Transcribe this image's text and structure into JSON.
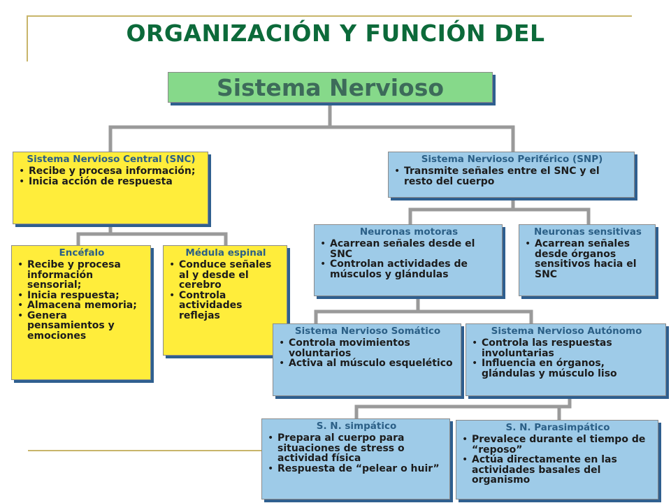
{
  "title": "ORGANIZACIÓN Y FUNCIÓN DEL",
  "root": "Sistema Nervioso",
  "snc": {
    "title": "Sistema Nervioso Central (SNC)",
    "items": [
      "Recibe y procesa información;",
      "Inicia acción de respuesta"
    ]
  },
  "snp": {
    "title": "Sistema Nervioso Periférico (SNP)",
    "items": [
      "Transmite señales entre el SNC y el resto del cuerpo"
    ]
  },
  "encefalo": {
    "title": "Encéfalo",
    "items": [
      "Recibe y procesa información sensorial;",
      "Inicia respuesta;",
      "Almacena memoria;",
      "Genera pensamientos y emociones"
    ]
  },
  "medula": {
    "title": "Médula espinal",
    "items": [
      "Conduce señales al y desde el cerebro",
      "Controla actividades reflejas"
    ]
  },
  "motoras": {
    "title": "Neuronas motoras",
    "items": [
      "Acarrean señales desde el SNC",
      "Controlan actividades de músculos y glándulas"
    ]
  },
  "sensitivas": {
    "title": "Neuronas sensitivas",
    "items": [
      "Acarrean señales desde órganos sensitivos hacia el SNC"
    ]
  },
  "somatico": {
    "title": "Sistema Nervioso Somático",
    "items": [
      "Controla movimientos voluntarios",
      "Activa al músculo esquelético"
    ]
  },
  "autonomo": {
    "title": "Sistema Nervioso Autónomo",
    "items": [
      "Controla las respuestas involuntarias",
      "Influencia en órganos, glándulas y músculo liso"
    ]
  },
  "simpatico": {
    "title": "S. N. simpático",
    "items": [
      "Prepara al cuerpo para situaciones de stress o actividad física",
      "Respuesta de “pelear o huir”"
    ]
  },
  "parasimpatico": {
    "title": "S. N. Parasimpático",
    "items": [
      "Prevalece durante el tiempo de “reposo”",
      "Actúa directamente en las actividades basales del organismo"
    ]
  },
  "colors": {
    "title": "#0c6a3a",
    "box_title": "#2b5f86",
    "yellow": "#ffed3b",
    "blue": "#9ecbe8",
    "green": "#86d98a",
    "connector": "#9a9a9a"
  }
}
